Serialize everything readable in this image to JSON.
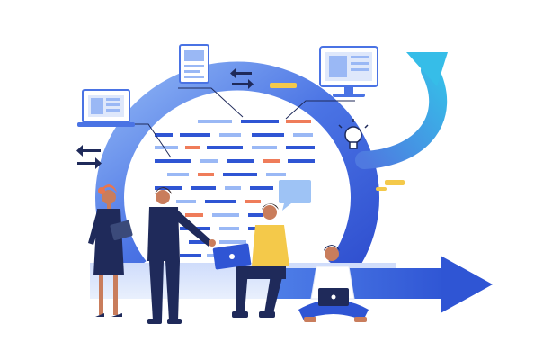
{
  "illustration": {
    "colors": {
      "primary_blue": "#3d63e0",
      "light_blue": "#6f9ff2",
      "cyan": "#39b8e6",
      "navy": "#1f2a5a",
      "yellow": "#f4c94a",
      "orange": "#ef7c5a",
      "skin": "#c97d5c",
      "white": "#ffffff"
    },
    "icons": [
      "laptop-icon",
      "document-icon",
      "monitor-icon",
      "lightbulb-icon",
      "swap-arrows-icon",
      "speech-bubble-icon",
      "curved-arrow-icon",
      "right-arrow-icon"
    ],
    "people": [
      "woman-with-tablet",
      "man-pointing",
      "man-with-laptop-sitting",
      "man-cross-legged-with-laptop"
    ]
  }
}
